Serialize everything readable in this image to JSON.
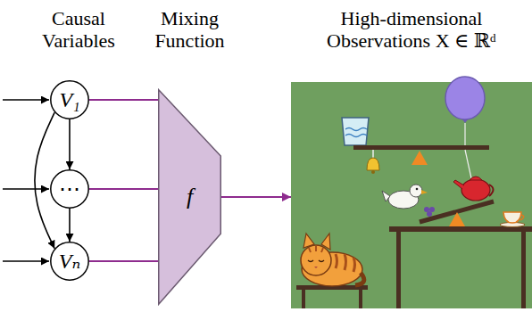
{
  "diagram": {
    "nodes": [
      {
        "text": [
          "V₁"
        ]
      },
      {
        "text": [
          "⋯"
        ]
      },
      {
        "text": [
          "Vₙ"
        ]
      },
      {
        "text": [
          "Mixing Function",
          "f"
        ]
      },
      {
        "text": [
          "High-dimensional Observations X ∈ ℝᵈ"
        ]
      }
    ],
    "edges": [
      {
        "from": 0,
        "to": 1,
        "arrow": "to"
      },
      {
        "from": 1,
        "to": 2,
        "arrow": "to"
      },
      {
        "from": 0,
        "to": 2,
        "arrow": "to"
      },
      {
        "from": 0,
        "to": 3,
        "arrow": "none"
      },
      {
        "from": 1,
        "to": 3,
        "arrow": "none"
      },
      {
        "from": 2,
        "to": 3,
        "arrow": "none"
      },
      {
        "from": 3,
        "to": 4,
        "arrow": "to"
      }
    ],
    "labels": [
      "Causal Variables"
    ]
  }
}
